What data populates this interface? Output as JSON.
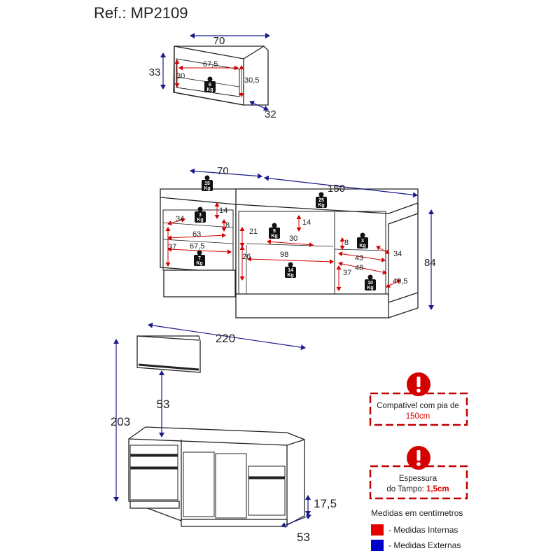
{
  "reference": "Ref.: MP2109",
  "top_module": {
    "dims": {
      "width": "70",
      "height": "33",
      "depth": "32",
      "inner_width": "67,5",
      "inner_left": "30",
      "inner_right": "30,5"
    },
    "weight": {
      "value": "6",
      "unit": "Kg"
    }
  },
  "middle_module": {
    "dims": {
      "left_width": "70",
      "right_width": "150",
      "height": "84",
      "d14a": "14",
      "d8a": "8",
      "d34a": "34",
      "d63": "63",
      "d37a": "37",
      "d67_5": "67,5",
      "d21": "21",
      "d14b": "14",
      "d30": "30",
      "d98": "98",
      "d26": "26",
      "d8b": "8",
      "d34b": "34",
      "d43": "43",
      "d48": "48",
      "d37b": "37",
      "d49_5": "49,5"
    },
    "weights": {
      "w15": {
        "value": "15",
        "unit": "Kg"
      },
      "w25": {
        "value": "25",
        "unit": "Kg"
      },
      "w3a": {
        "value": "3",
        "unit": "Kg"
      },
      "w9": {
        "value": "9",
        "unit": "Kg"
      },
      "w3b": {
        "value": "3",
        "unit": "Kg"
      },
      "w7": {
        "value": "7",
        "unit": "Kg"
      },
      "w14": {
        "value": "14",
        "unit": "Kg"
      },
      "w10": {
        "value": "10",
        "unit": "Kg"
      }
    }
  },
  "bottom_module": {
    "dims": {
      "total_width": "220",
      "gap": "53",
      "total_height": "203",
      "base": "17,5",
      "depth": "53"
    }
  },
  "warnings": [
    {
      "line1": "Compatível com pia de",
      "line2": "150cm"
    },
    {
      "line1": "Espessura",
      "line2a": "do Tampo: ",
      "line2b": "1,5cm"
    }
  ],
  "legend": {
    "title": "Medidas em centímetros",
    "items": [
      {
        "label": "- Medidas Internas",
        "color": "#e60000"
      },
      {
        "label": "- Medidas Externas",
        "color": "#0000cc"
      }
    ]
  },
  "colors": {
    "internal": "#d40000",
    "external": "#1a1a8c",
    "warning": "#c00000"
  }
}
